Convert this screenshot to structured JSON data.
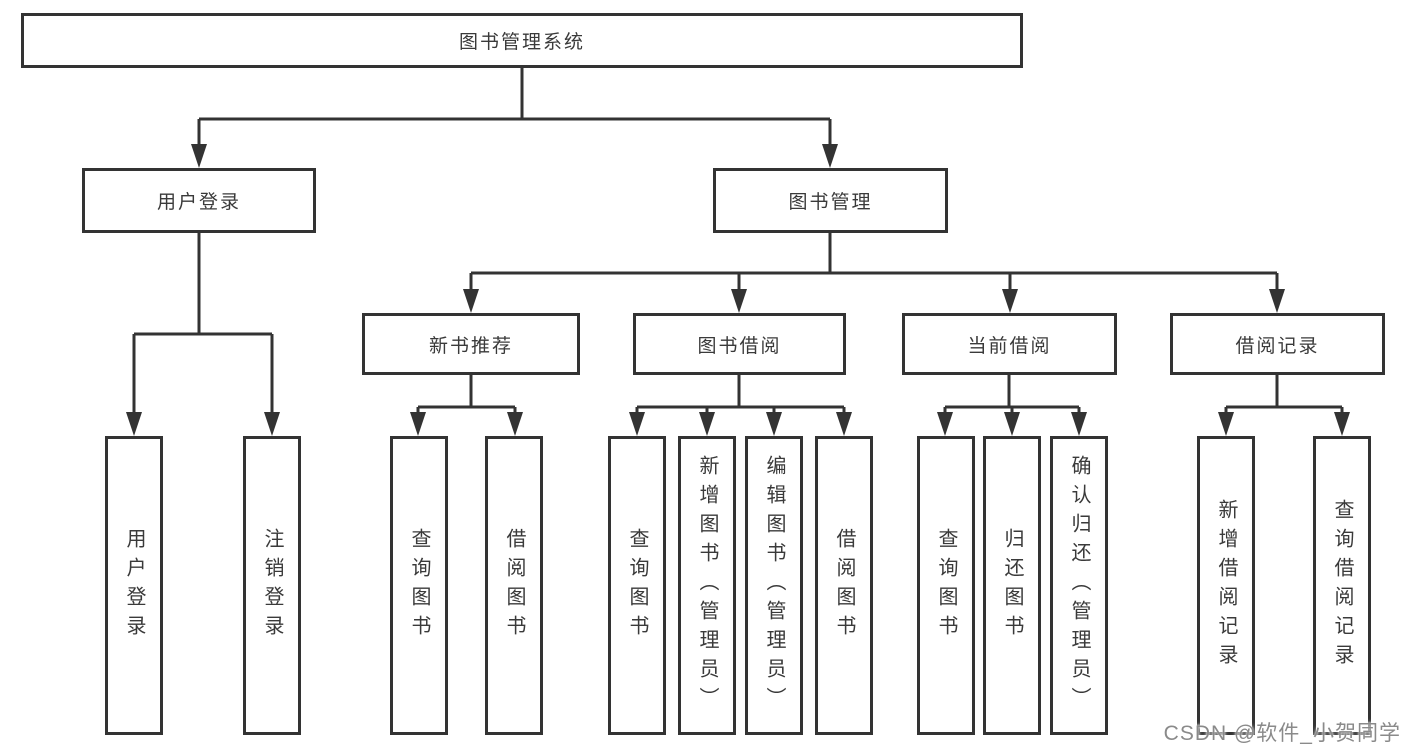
{
  "diagram": {
    "root": {
      "label": "图书管理系统"
    },
    "branches": [
      {
        "label": "用户登录",
        "children": [
          {
            "label": "用户登录"
          },
          {
            "label": "注销登录"
          }
        ]
      },
      {
        "label": "图书管理",
        "children": [
          {
            "label": "新书推荐",
            "children": [
              {
                "label": "查询图书"
              },
              {
                "label": "借阅图书"
              }
            ]
          },
          {
            "label": "图书借阅",
            "children": [
              {
                "label": "查询图书"
              },
              {
                "label": "新增图书（管理员）"
              },
              {
                "label": "编辑图书（管理员）"
              },
              {
                "label": "借阅图书"
              }
            ]
          },
          {
            "label": "当前借阅",
            "children": [
              {
                "label": "查询图书"
              },
              {
                "label": "归还图书"
              },
              {
                "label": "确认归还（管理员）"
              }
            ]
          },
          {
            "label": "借阅记录",
            "children": [
              {
                "label": "新增借阅记录"
              },
              {
                "label": "查询借阅记录"
              }
            ]
          }
        ]
      }
    ]
  },
  "watermark": {
    "text": "CSDN @软件_小贺同学"
  },
  "colors": {
    "line": "#333333",
    "text": "#3a3a3a",
    "watermark": "#8a8a8a",
    "background": "#ffffff"
  }
}
